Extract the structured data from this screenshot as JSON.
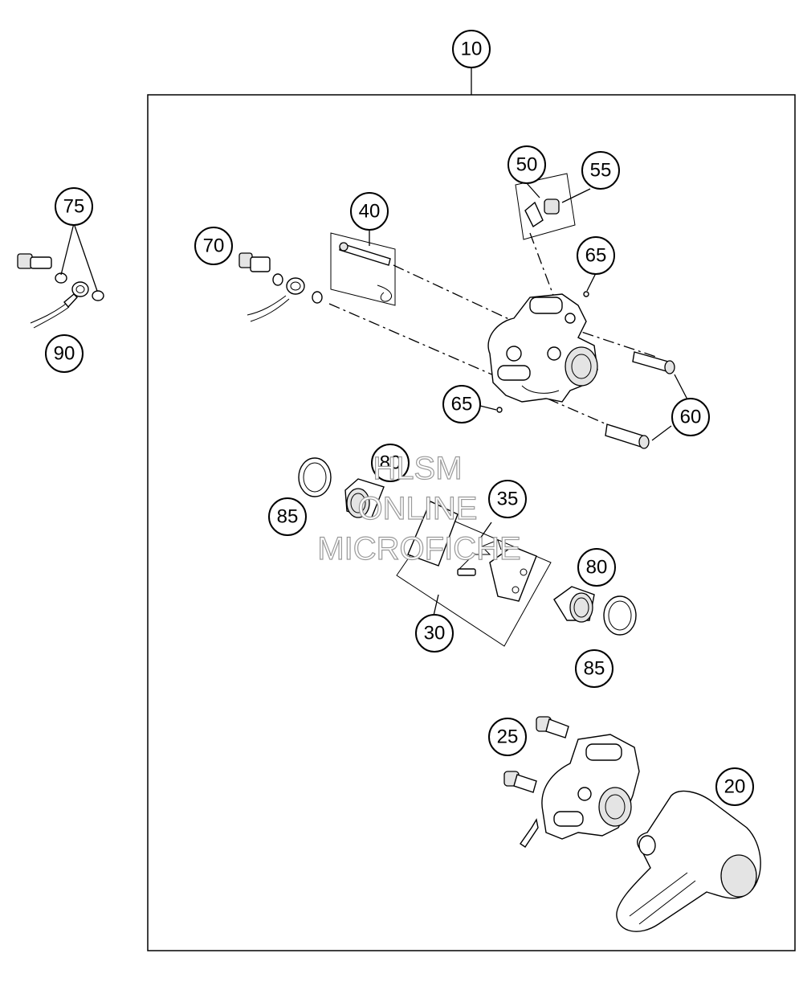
{
  "callouts": {
    "c10": "10",
    "c20": "20",
    "c25": "25",
    "c30": "30",
    "c35": "35",
    "c40": "40",
    "c50": "50",
    "c55": "55",
    "c60": "60",
    "c65a": "65",
    "c65b": "65",
    "c70": "70",
    "c75": "75",
    "c80a": "80",
    "c80b": "80",
    "c85a": "85",
    "c85b": "85",
    "c90": "90"
  },
  "watermark": {
    "line1": "HLSM",
    "line2": "ONLINE",
    "line3": "MICROFICHE"
  }
}
